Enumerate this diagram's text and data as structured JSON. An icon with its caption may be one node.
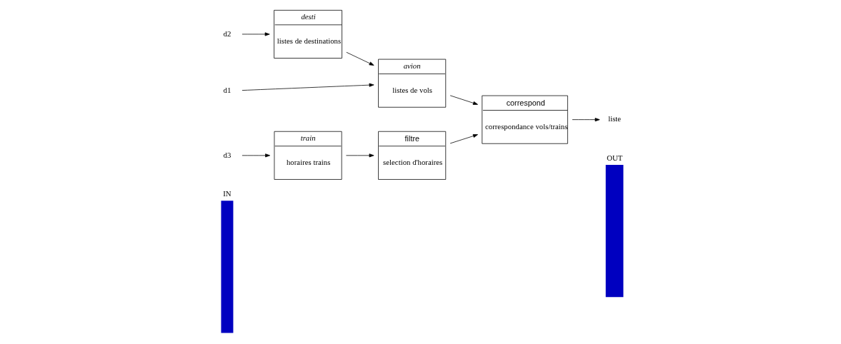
{
  "diagram": {
    "nodes": [
      {
        "text": [
          "IN"
        ]
      },
      {
        "text": [
          "OUT"
        ]
      },
      {
        "text": [
          "d1"
        ]
      },
      {
        "text": [
          "avion",
          "listes de vols"
        ]
      },
      {
        "text": [
          "desti",
          "listes de destinations"
        ]
      },
      {
        "text": [
          "d2"
        ]
      },
      {
        "text": [
          "correspond",
          "correspondance vols/trains"
        ]
      },
      {
        "text": [
          "liste"
        ]
      },
      {
        "text": [
          "train",
          "horaires trains"
        ]
      },
      {
        "text": [
          "filtre",
          "selection d'horaires"
        ]
      },
      {
        "text": [
          "d3"
        ]
      }
    ],
    "edges": [
      {
        "from": 2,
        "to": 3,
        "arrow": "to"
      },
      {
        "from": 5,
        "to": 4,
        "arrow": "to"
      },
      {
        "from": 4,
        "to": 3,
        "arrow": "to"
      },
      {
        "from": 3,
        "to": 6,
        "arrow": "to"
      },
      {
        "from": 10,
        "to": 8,
        "arrow": "to"
      },
      {
        "from": 8,
        "to": 9,
        "arrow": "to"
      },
      {
        "from": 9,
        "to": 6,
        "arrow": "to"
      },
      {
        "from": 6,
        "to": 7,
        "arrow": "to"
      }
    ]
  }
}
